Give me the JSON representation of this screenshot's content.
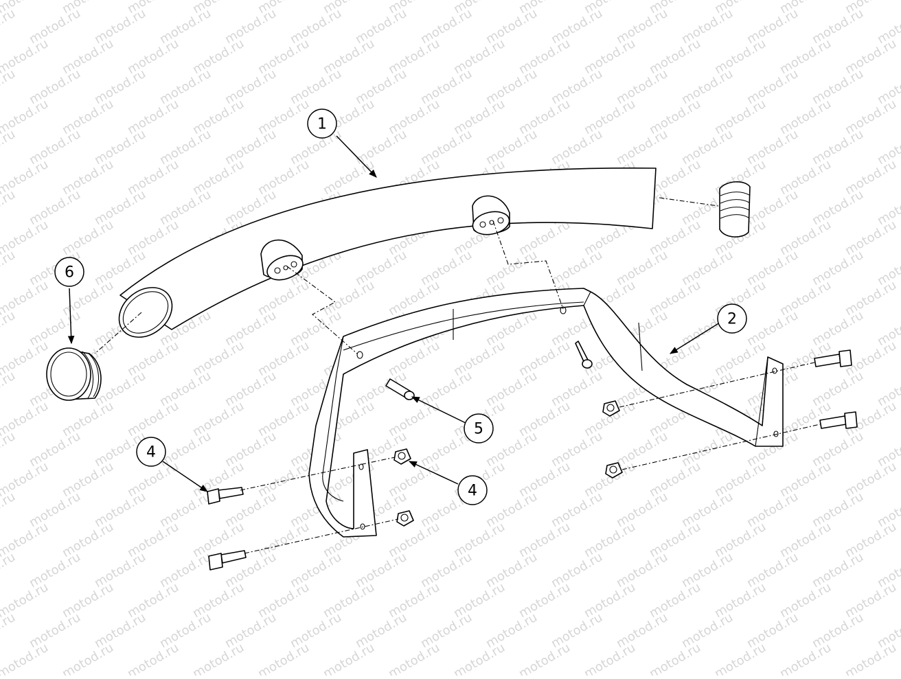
{
  "watermark": {
    "text": "motod.ru"
  },
  "callouts": [
    {
      "id": "c1",
      "label": "1"
    },
    {
      "id": "c2",
      "label": "2"
    },
    {
      "id": "c4a",
      "label": "4"
    },
    {
      "id": "c4b",
      "label": "4"
    },
    {
      "id": "c5",
      "label": "5"
    },
    {
      "id": "c6",
      "label": "6"
    }
  ]
}
